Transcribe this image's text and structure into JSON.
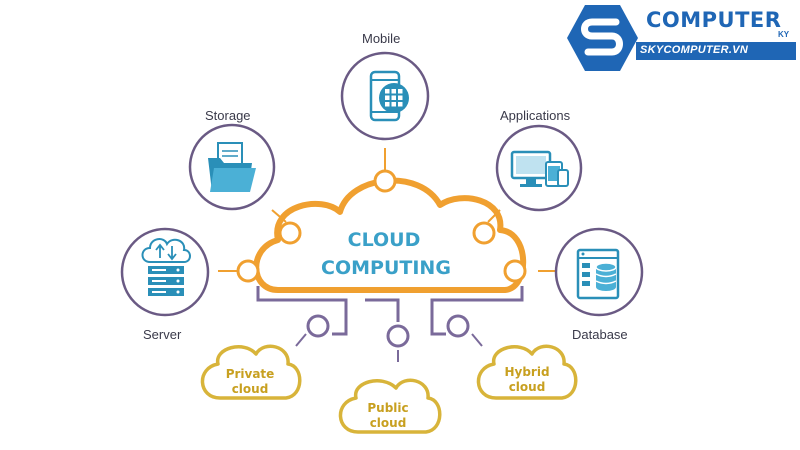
{
  "diagram": {
    "center": {
      "line1": "CLOUD",
      "line2": "COMPUTING"
    },
    "services": {
      "mobile": "Mobile",
      "storage": "Storage",
      "applications": "Applications",
      "server": "Server",
      "database": "Database"
    },
    "cloud_types": {
      "private": {
        "line1": "Private",
        "line2": "cloud"
      },
      "public": {
        "line1": "Public",
        "line2": "cloud"
      },
      "hybrid": {
        "line1": "Hybrid",
        "line2": "cloud"
      }
    }
  },
  "brand": {
    "title": "COMPUTER",
    "superscript": "KY",
    "url": "SKYCOMPUTER.VN"
  },
  "colors": {
    "main_cloud": "#f0a030",
    "connector": "#7a6a9a",
    "icon_ring": "#6a5a84",
    "icon_blue": "#2a8fb8",
    "center_text": "#3aa0c8",
    "small_cloud": "#d8b43a",
    "brand_blue": "#1f66b5"
  }
}
